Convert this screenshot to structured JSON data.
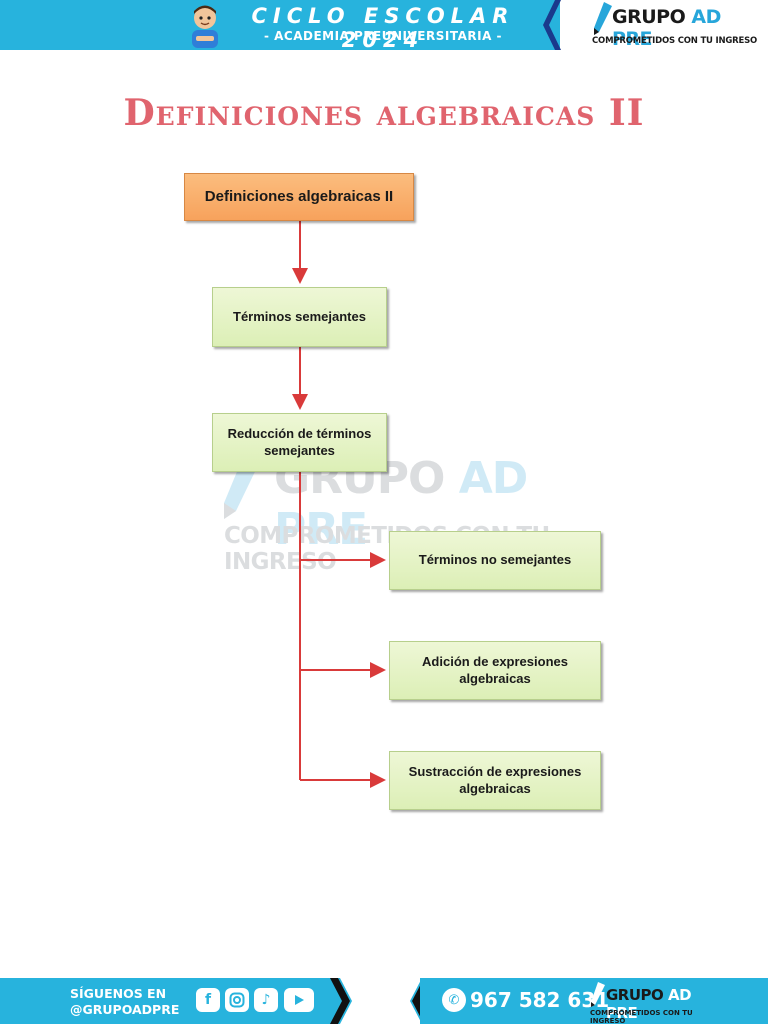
{
  "header": {
    "cycle_title": "CICLO ESCOLAR 2024",
    "cycle_subtitle": "- ACADEMIA PREUNIVERSITARIA -",
    "brand_name_part1": "GRUPO",
    "brand_name_part2": "AD PRE",
    "brand_tagline": "COMPROMETIDOS CON TU INGRESO"
  },
  "page_title": "Definiciones algebraicas II",
  "diagram": {
    "root": "Definiciones algebraicas II",
    "nodes": [
      "Términos semejantes",
      "Reducción de términos semejantes",
      "Términos no semejantes",
      "Adición de expresiones algebraicas",
      "Sustracción de expresiones algebraicas"
    ]
  },
  "watermark": {
    "name_part1": "GRUPO",
    "name_part2": "AD PRE",
    "tagline": "COMPROMETIDOS CON TU INGRESO"
  },
  "footer": {
    "follow_line1": "SÍGUENOS EN",
    "follow_line2": "@GRUPOADPRE",
    "phone": "967 582 631",
    "brand_name_part1": "GRUPO",
    "brand_name_part2": "AD PRE",
    "brand_tagline": "COMPROMETIDOS CON TU INGRESO",
    "social_icons": [
      "facebook-icon",
      "instagram-icon",
      "tiktok-icon",
      "youtube-icon"
    ]
  },
  "colors": {
    "brand_blue": "#27b3dd",
    "title_red": "#e0646e",
    "arrow_red": "#d93a3a",
    "root_fill": "#f7a25c",
    "leaf_fill": "#dcefb6"
  }
}
